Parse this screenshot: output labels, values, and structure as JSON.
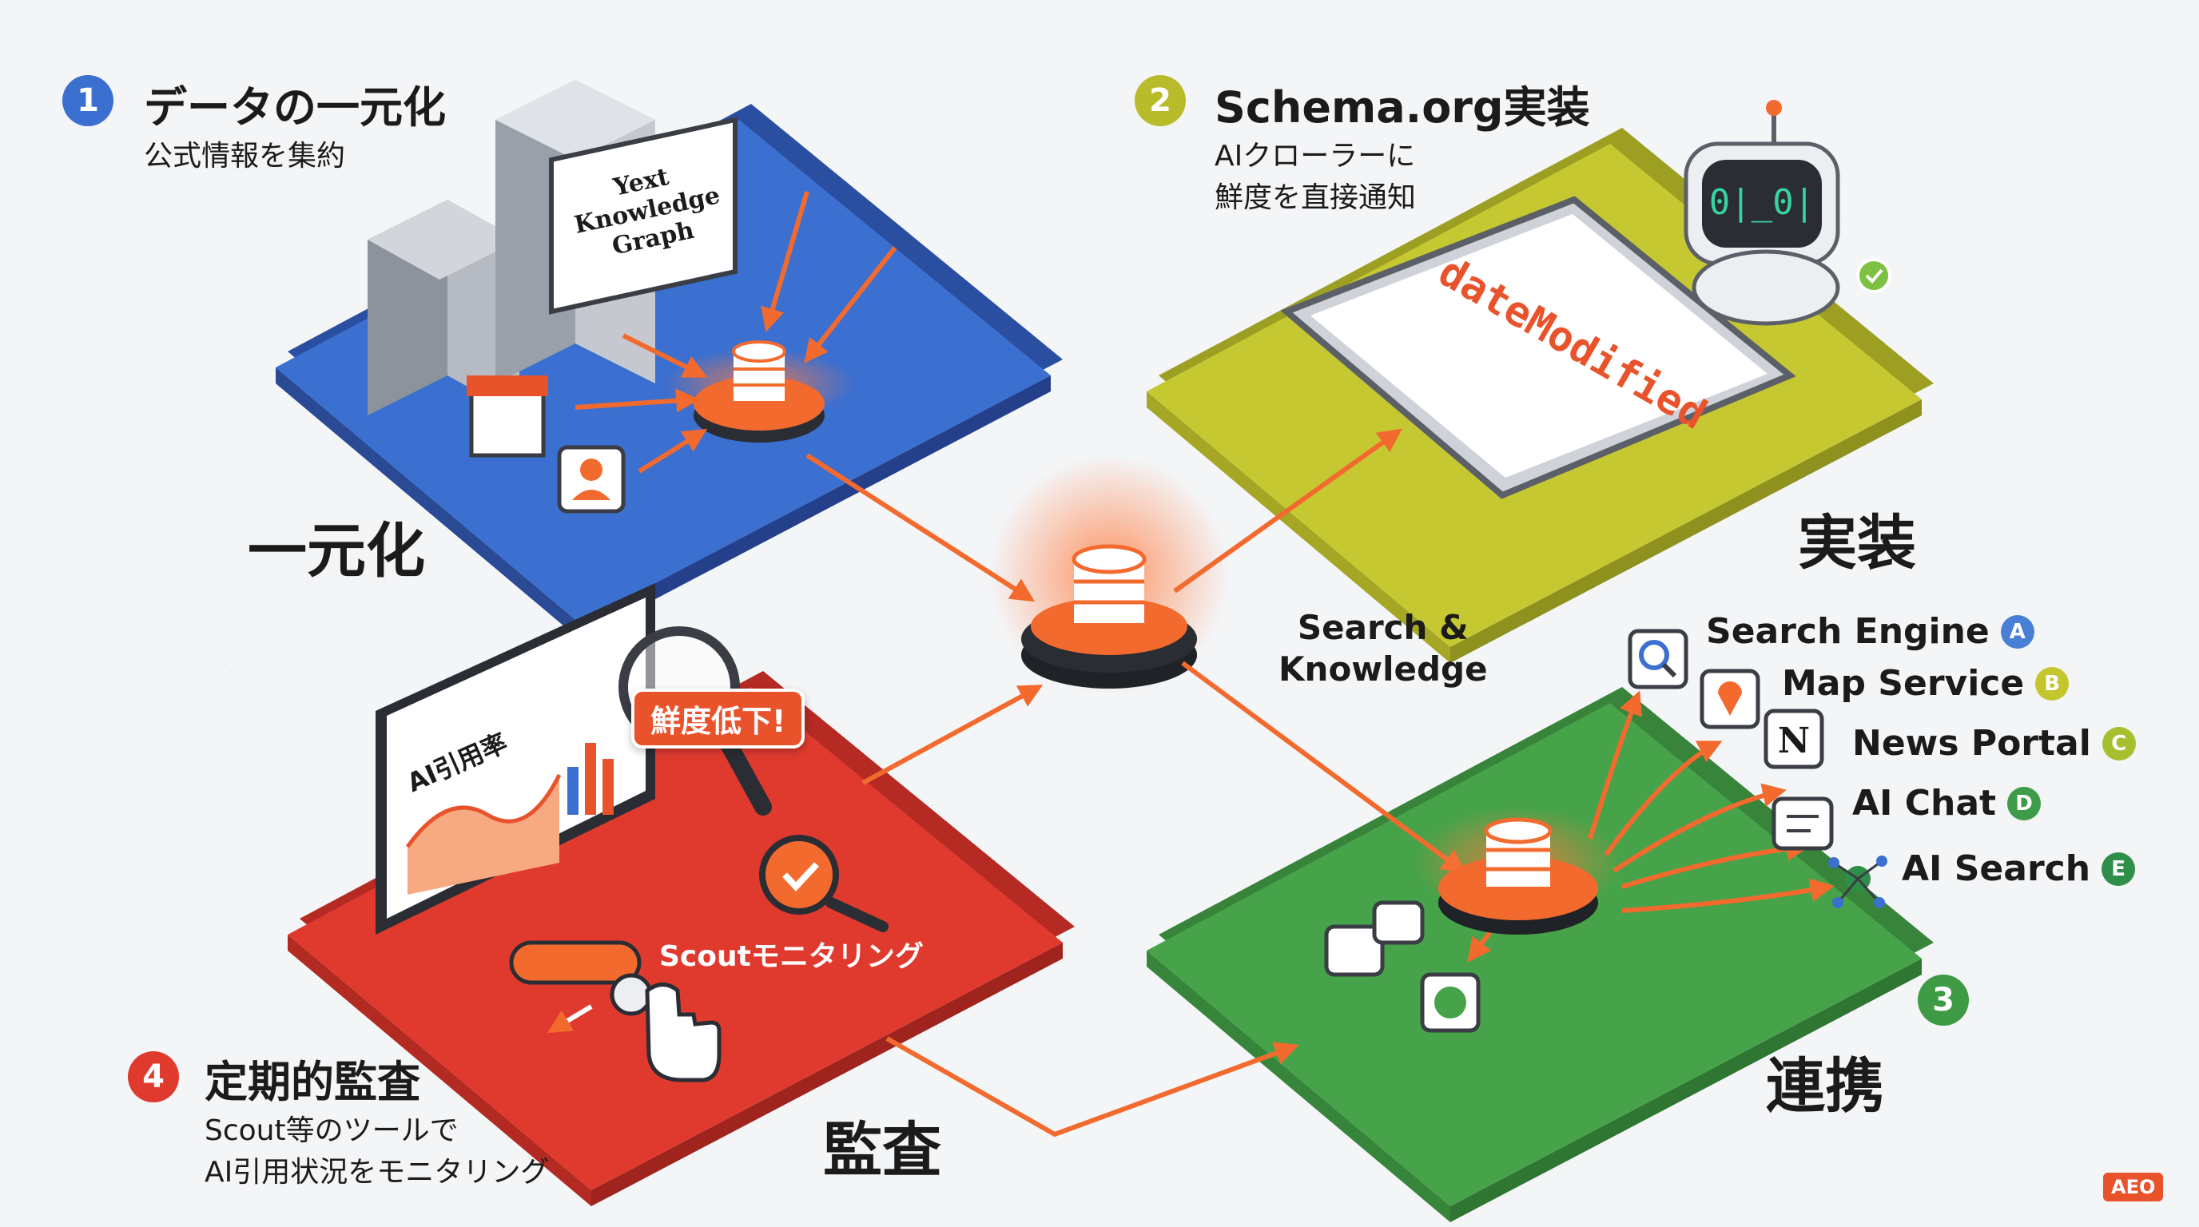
{
  "colors": {
    "blue": "#3b6fd0",
    "yellow": "#c6c832",
    "red": "#e03a2f",
    "green": "#47a34a",
    "orange_accent": "#f36a2e",
    "hub_dark": "#2a2d33"
  },
  "steps": [
    {
      "number": "1",
      "title": "データの一元化",
      "subtitle_lines": [
        "公式情報を集約"
      ],
      "color": "#3b6fd0"
    },
    {
      "number": "2",
      "title": "Schema.org実装",
      "subtitle_lines": [
        "AIクローラーに",
        "鮮度を直接通知"
      ],
      "color": "#b8bb2a"
    },
    {
      "number": "3",
      "title": "",
      "subtitle_lines": [],
      "color": "#3f9a46"
    },
    {
      "number": "4",
      "title": "定期的監査",
      "subtitle_lines": [
        "Scout等のツールで",
        "AI引用状況をモニタリング"
      ],
      "color": "#e03a2f"
    }
  ],
  "quadrant_labels": {
    "unify": "一元化",
    "implement": "実装",
    "audit": "監査",
    "connect": "連携"
  },
  "billboard_text": [
    "Yext",
    "Knowledge",
    "Graph"
  ],
  "tablet_code": "dateModified",
  "hub_label_lines": [
    "Search &",
    "Knowledge"
  ],
  "channels": [
    {
      "label": "Search Engine",
      "badge": "A",
      "color": "#4a7fd6"
    },
    {
      "label": "Map Service",
      "badge": "B",
      "color": "#c5c52d"
    },
    {
      "label": "News Portal",
      "badge": "C",
      "color": "#a5bf2e"
    },
    {
      "label": "AI Chat",
      "badge": "D",
      "color": "#3e9c48"
    },
    {
      "label": "AI Search",
      "badge": "E",
      "color": "#2f8f4a"
    }
  ],
  "audit": {
    "screen_title": "AI引用率",
    "alert": "鮮度低下!",
    "tool_label": "Scoutモニタリング"
  },
  "icons": [
    "building-icon",
    "database-icon",
    "document-icon",
    "robot-icon",
    "tablet-icon",
    "magnifier-icon",
    "cursor-hand-icon",
    "search-icon",
    "map-pin-icon",
    "news-icon",
    "chat-icon",
    "network-icon"
  ],
  "corner_badge": "AEO"
}
